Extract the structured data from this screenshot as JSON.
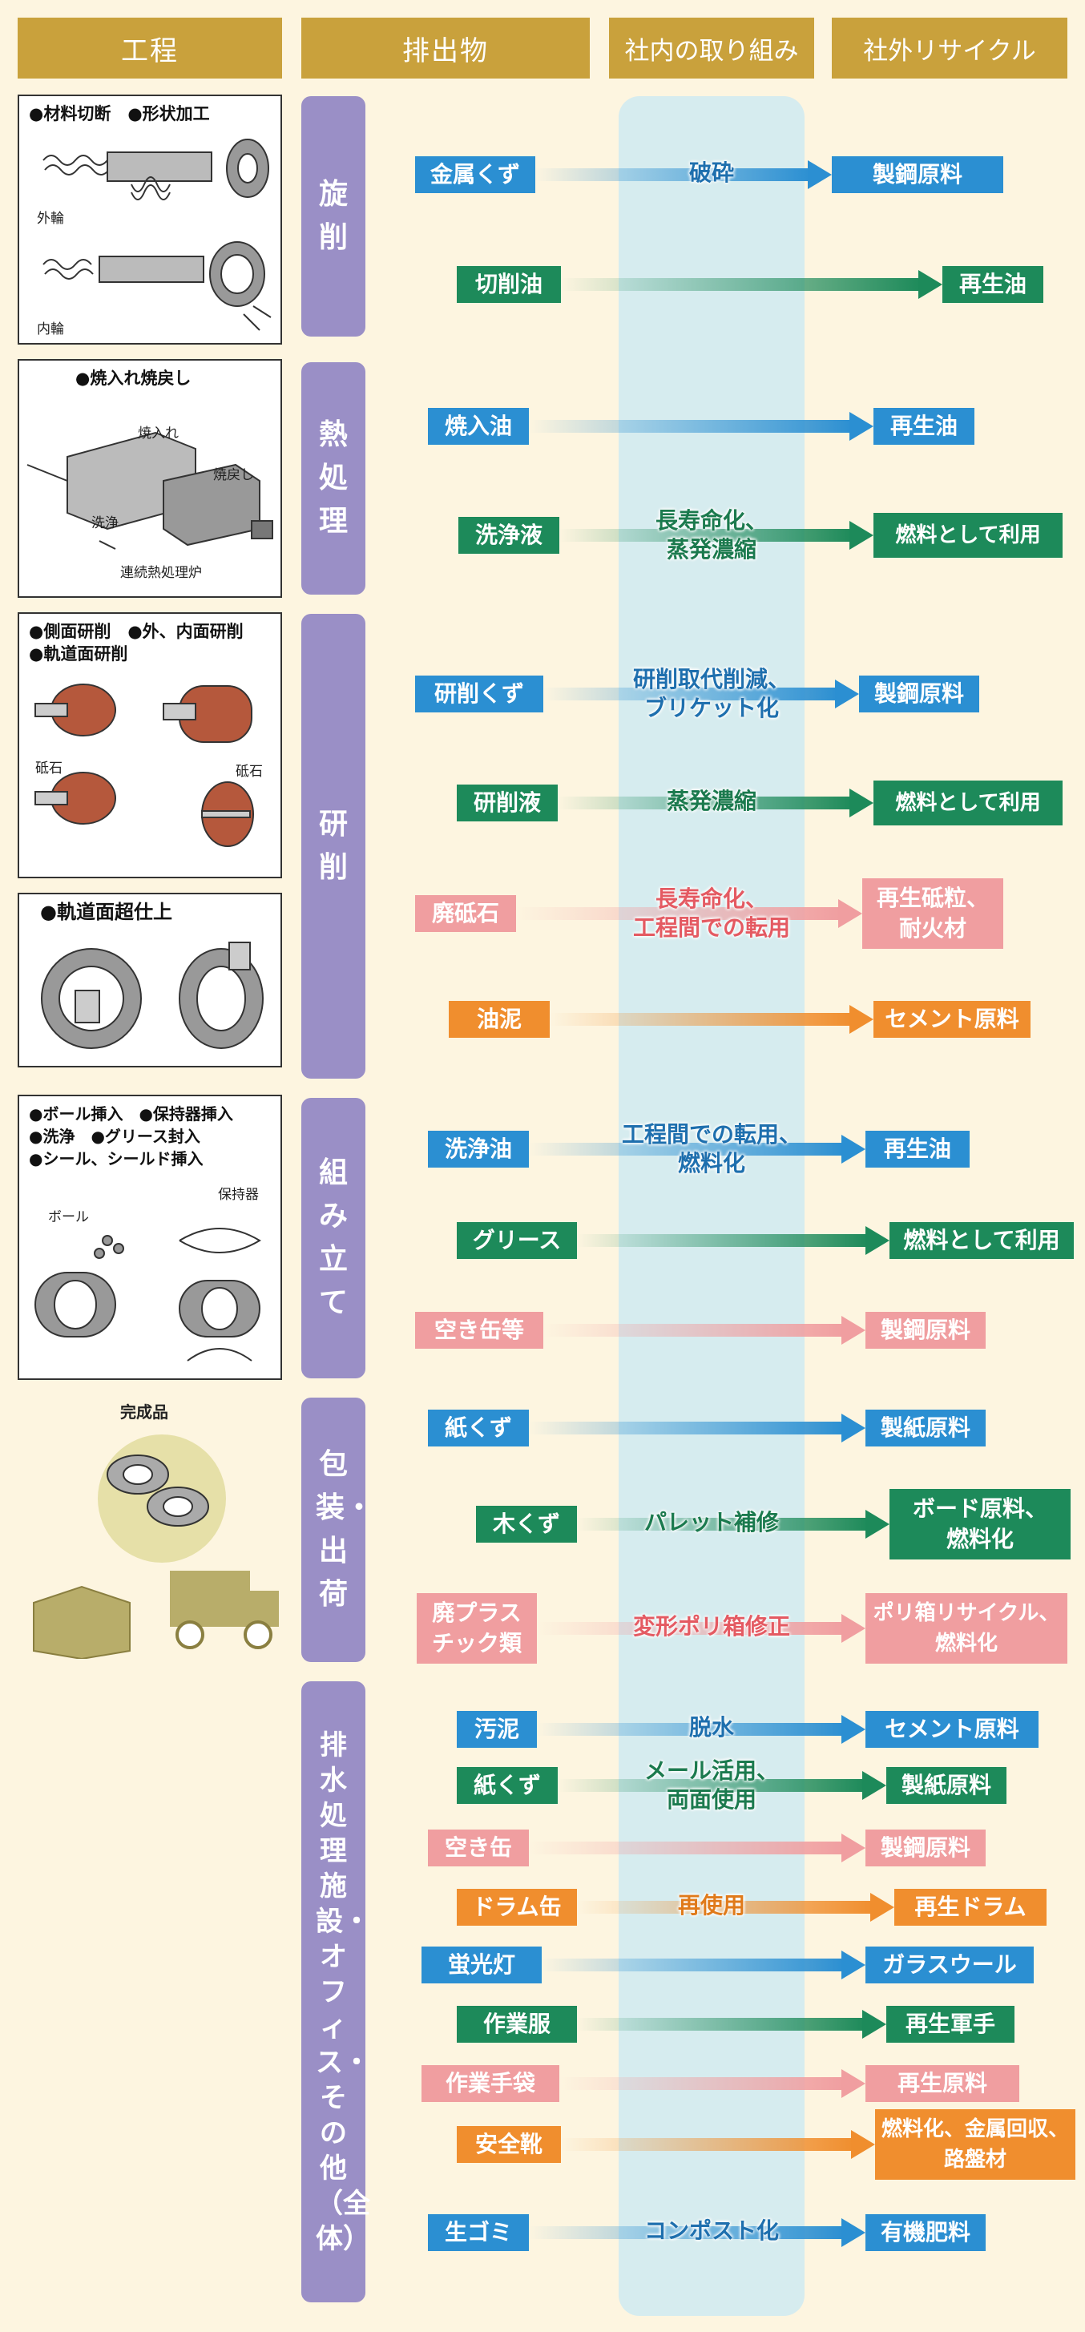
{
  "headers": {
    "process": "工程",
    "discharge": "排出物",
    "internal": "社内の取り組み",
    "external": "社外リサイクル"
  },
  "stages": {
    "turning": "旋削",
    "heat": "熱処理",
    "grinding": "研削",
    "assembly": "組み立て",
    "packing": "包装・出荷",
    "other": "排水処理施設・オフィス・その他（全体）"
  },
  "panels": {
    "turning": {
      "caption": "●材料切断　●形状加工",
      "label_outer": "外輪",
      "label_inner": "内輪"
    },
    "heat": {
      "caption": "●焼入れ焼戻し",
      "label_quench": "焼入れ",
      "label_temper": "焼戻し",
      "label_wash": "洗浄",
      "label_furnace": "連続熱処理炉"
    },
    "grinding": {
      "caption": "●側面研削　●外、内面研削\n●軌道面研削",
      "label_stone1": "砥石",
      "label_stone2": "砥石"
    },
    "superfinish": {
      "caption": "●軌道面超仕上"
    },
    "assembly": {
      "caption": "●ボール挿入　●保持器挿入\n●洗浄　●グリース封入\n●シール、シールド挿入",
      "label_ball": "ボール",
      "label_cage": "保持器"
    },
    "finished": {
      "caption": "完成品"
    }
  },
  "flows": [
    {
      "source": "金属くず",
      "process": "破砕",
      "dest": "製鋼原料",
      "color": "blue"
    },
    {
      "source": "切削油",
      "process": "",
      "dest": "再生油",
      "color": "green"
    },
    {
      "source": "焼入油",
      "process": "",
      "dest": "再生油",
      "color": "blue"
    },
    {
      "source": "洗浄液",
      "process": "長寿命化、\n蒸発濃縮",
      "dest": "燃料として利用",
      "color": "green"
    },
    {
      "source": "研削くず",
      "process": "研削取代削減、\nブリケット化",
      "dest": "製鋼原料",
      "color": "blue"
    },
    {
      "source": "研削液",
      "process": "蒸発濃縮",
      "dest": "燃料として利用",
      "color": "green"
    },
    {
      "source": "廃砥石",
      "process": "長寿命化、\n工程間での転用",
      "dest": "再生砥粒、\n耐火材",
      "color": "pink"
    },
    {
      "source": "油泥",
      "process": "",
      "dest": "セメント原料",
      "color": "orange"
    },
    {
      "source": "洗浄油",
      "process": "工程間での転用、\n燃料化",
      "dest": "再生油",
      "color": "blue"
    },
    {
      "source": "グリース",
      "process": "",
      "dest": "燃料として利用",
      "color": "green"
    },
    {
      "source": "空き缶等",
      "process": "",
      "dest": "製鋼原料",
      "color": "pink"
    },
    {
      "source": "紙くず",
      "process": "",
      "dest": "製紙原料",
      "color": "blue"
    },
    {
      "source": "木くず",
      "process": "パレット補修",
      "dest": "ボード原料、\n燃料化",
      "color": "green"
    },
    {
      "source": "廃プラス\nチック類",
      "process": "変形ポリ箱修正",
      "dest": "ポリ箱リサイクル、\n燃料化",
      "color": "pink"
    },
    {
      "source": "汚泥",
      "process": "脱水",
      "dest": "セメント原料",
      "color": "blue"
    },
    {
      "source": "紙くず",
      "process": "メール活用、\n両面使用",
      "dest": "製紙原料",
      "color": "green"
    },
    {
      "source": "空き缶",
      "process": "",
      "dest": "製鋼原料",
      "color": "pink"
    },
    {
      "source": "ドラム缶",
      "process": "再使用",
      "dest": "再生ドラム",
      "color": "orange"
    },
    {
      "source": "蛍光灯",
      "process": "",
      "dest": "ガラスウール",
      "color": "blue"
    },
    {
      "source": "作業服",
      "process": "",
      "dest": "再生軍手",
      "color": "green"
    },
    {
      "source": "作業手袋",
      "process": "",
      "dest": "再生原料",
      "color": "pink"
    },
    {
      "source": "安全靴",
      "process": "",
      "dest": "燃料化、金属回収、\n路盤材",
      "color": "orange"
    },
    {
      "source": "生ゴミ",
      "process": "コンポスト化",
      "dest": "有機肥料",
      "color": "blue"
    }
  ],
  "colors": {
    "blue": "#2b8fd2",
    "green": "#1d8a5a",
    "pink": "#f09ea0",
    "orange": "#f08e2e",
    "stage": "#9a8fc6",
    "header": "#c9a13c"
  }
}
